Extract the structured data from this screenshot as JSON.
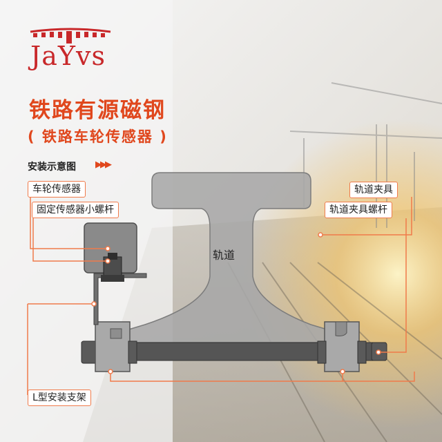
{
  "brand": {
    "logo_text": "JaYvs"
  },
  "header": {
    "title": "铁路有源磁钢",
    "subtitle": "( 铁路车轮传感器 )"
  },
  "section": {
    "heading": "安装示意图"
  },
  "labels": {
    "wheel_sensor": "车轮传感器",
    "fix_bolt": "固定传感器小螺杆",
    "rail_clamp": "轨道夹具",
    "clamp_bolt": "轨道夹具螺杆",
    "rail": "轨道",
    "bracket": "L型安装支架"
  },
  "colors": {
    "accent": "#e0471d",
    "logo_red": "#c8282a",
    "leader_line": "#f07a4a"
  }
}
